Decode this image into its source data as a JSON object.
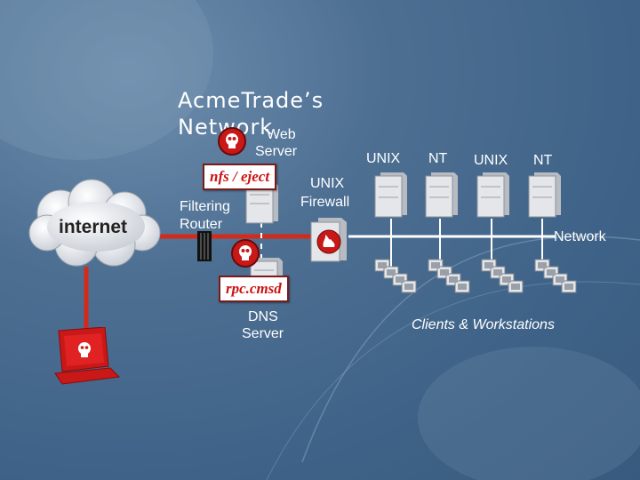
{
  "title": "AcmeTrade’s Network",
  "labels": {
    "internet": "internet",
    "web_server_1": "Web",
    "web_server_2": "Server",
    "filtering_1": "Filtering",
    "filtering_2": "Router",
    "unix_firewall_1": "UNIX",
    "unix_firewall_2": "Firewall",
    "dns_server_1": "DNS",
    "dns_server_2": "Server",
    "network": "Network",
    "clients": "Clients & Workstations"
  },
  "servers": [
    {
      "label": "UNIX"
    },
    {
      "label": "NT"
    },
    {
      "label": "UNIX"
    },
    {
      "label": "NT"
    }
  ],
  "callouts": {
    "web": "nfs / eject",
    "dns": "rpc.cmsd"
  },
  "colors": {
    "attack_red": "#cc1f1f",
    "link_red": "#d42a1a",
    "network_white": "#ffffff",
    "background": "#45698e"
  }
}
